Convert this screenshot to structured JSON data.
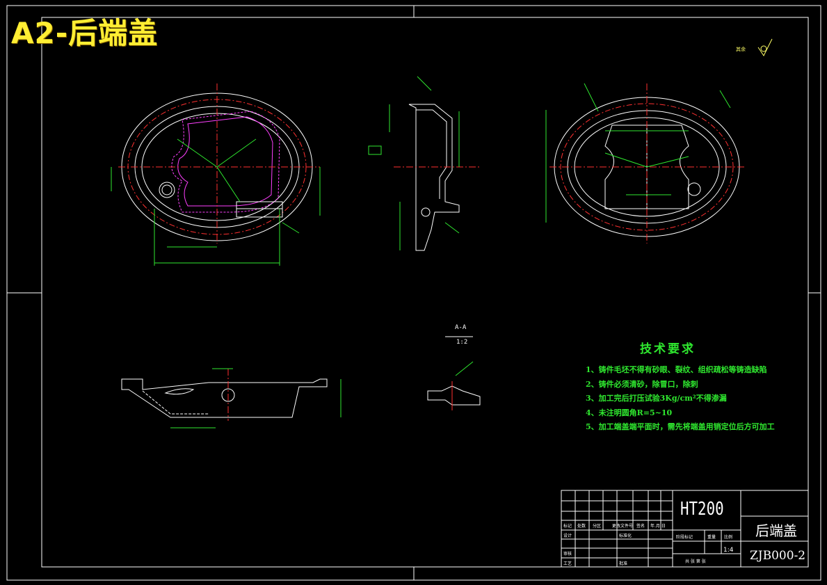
{
  "drawing": {
    "title": "A2-后端盖",
    "roughness_note": "其余",
    "section_label": "A-A",
    "section_scale": "1:2"
  },
  "tech_requirements": {
    "heading": "技术要求",
    "items": [
      "1、铸件毛坯不得有砂眼、裂纹、组织疏松等铸造缺陷",
      "2、铸件必须清砂，除冒口，除刺",
      "3、加工完后打压试验3Kg/cm²不得渗漏",
      "4、未注明圆角R=5~10",
      "5、加工端盖端平面时，需先将端盖用销定位后方可加工"
    ]
  },
  "title_block": {
    "material": "HT200",
    "part_name": "后端盖",
    "drawing_number": "ZJB000-2",
    "scale": "1:4",
    "row_labels": [
      "标记",
      "处数",
      "分区",
      "更改文件号",
      "签名",
      "年.月.日"
    ],
    "design_label": "设计",
    "standard_label": "标准化",
    "review_label": "审核",
    "process_label": "工艺",
    "approve_label": "批准",
    "stage_label": "阶段标记",
    "weight_label": "重量",
    "ratio_label": "比例",
    "sheet_label": "共 张 第 张"
  },
  "colors": {
    "background": "#000000",
    "outline": "#ffffff",
    "dimension": "#2fe82f",
    "centerline": "#ff3030",
    "hidden": "#ff40ff",
    "accent": "#ffee33"
  }
}
